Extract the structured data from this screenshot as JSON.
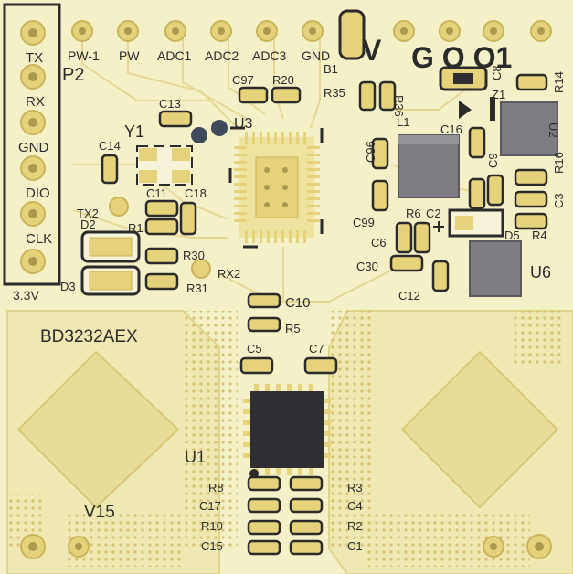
{
  "colors": {
    "board": "#f4f0c8",
    "copper_pour": "#efe8b2",
    "pad": "#e6d27a",
    "pad_edge": "#c9b45a",
    "silk": "#2b2b2b",
    "ic_body": "#2f2f33",
    "module_body": "#7c7c82",
    "via": "#d3be68"
  },
  "header": {
    "name": "P2",
    "pins": [
      "TX",
      "RX",
      "GND",
      "DIO",
      "CLK"
    ],
    "voltage": "3.3V"
  },
  "top_pins": [
    "PW-1",
    "PW",
    "ADC1",
    "ADC2",
    "ADC3",
    "GND"
  ],
  "board_marks": {
    "logo_v": "V",
    "logo_text": "G O O1",
    "chip_label": "BD3232AEX",
    "revision": "V15"
  },
  "refs": {
    "b1": "B1",
    "y1": "Y1",
    "u3": "U3",
    "u1": "U1",
    "u2": "U2",
    "u6": "U6",
    "r35": "R35",
    "r36": "R36",
    "l1": "L1",
    "c8": "C8",
    "z1": "Z1",
    "r14": "R14",
    "c97": "C97",
    "r20": "R20",
    "c13": "C13",
    "c14": "C14",
    "c16": "C16",
    "c96": "C96",
    "c9": "C9",
    "r16": "R16",
    "c3": "C3",
    "c11": "C11",
    "c18": "C18",
    "tx2": "TX2",
    "d2": "D2",
    "r1": "R1",
    "r30": "R30",
    "r31": "R31",
    "d3": "D3",
    "rx2": "RX2",
    "r6": "R6",
    "c2": "C2",
    "c6": "C6",
    "c99": "C99",
    "d5": "D5",
    "r4": "R4",
    "c30": "C30",
    "c12": "C12",
    "c10": "C10",
    "r5": "R5",
    "c5": "C5",
    "c7": "C7",
    "r8": "R8",
    "c17": "C17",
    "r10": "R10",
    "c15": "C15",
    "r3": "R3",
    "c4": "C4",
    "r2": "R2",
    "c1": "C1"
  }
}
